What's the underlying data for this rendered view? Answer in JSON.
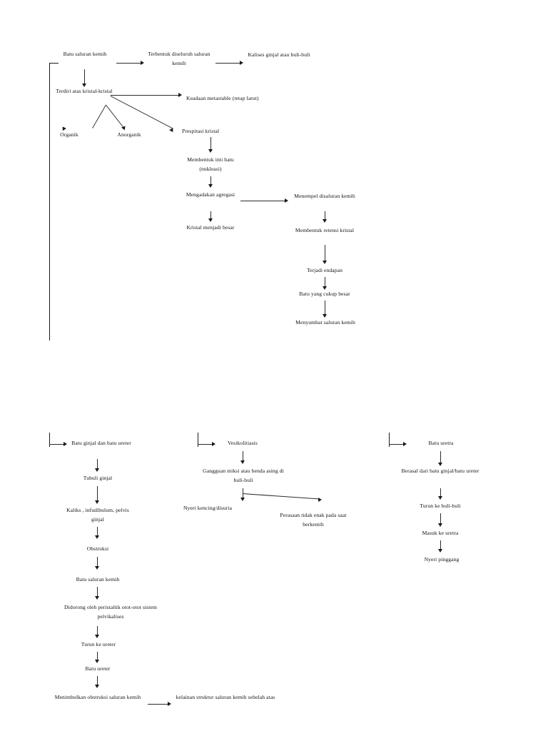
{
  "document": {
    "title": "Patofisiologi Batu Saluran Kemih",
    "background_color": "#ffffff",
    "line_color": "#1a1a1a",
    "text_color": "#111111"
  },
  "top_section": {
    "nodes": {
      "batu_saluran_kemih": "Batu saluran kemih",
      "terbentuk_diseluruh": "Terbentuk diseluruh saluran kemih",
      "kalises_ginjal": "Kalises ginjal atau buli-buli",
      "terdiri_atas_kristal": "Terdiri atas kristal-kristal",
      "organik": "Organik",
      "anorganik": "Anorganik",
      "keadaan_metastable": "Keadaan metastable (tetap larut)",
      "prespitasi_kristal": "Prespitasi kristal",
      "membentuk_inti_batu": "Membentuk inti batu (nukleasi)",
      "mengadakan_agregasi": "Mengadakan agregasi",
      "kristal_menjadi_besar": "Kristal menjadi besar",
      "menempel_disaluran": "Menempel disaluran kemih",
      "membentuk_retensi": "Membentuk retensi kristal",
      "terjadi_endapan": "Terjadi endapan",
      "batu_cukup_besar": "Batu yang cukup besar",
      "menyumbat_saluran": "Menyumbat saluran kemih"
    }
  },
  "bottom_left_branch": {
    "nodes": {
      "batu_ginjal_ureter": "Batu ginjal dan batu ureter",
      "tubuli_ginjal": "Tubuli ginjal",
      "kaliks_infudibulum": "Kaliks , infudibulum, pelvis ginjal",
      "obstruksi": "Obstruksi",
      "batu_saluran_kemih": "Batu saluran kemih",
      "didorong_peristaltik": "Didorong oleh peristaltik otot-otot sistem pelvikalises",
      "turun_ke_ureter": "Turun ke ureter",
      "batu_ureter": "Batu ureter",
      "menimbulkan_obstruksi": "Menimbulkan obstruksi saluran kemih",
      "kelainan_struktur": "kelainan struktur saluran kemih sebelah atas"
    }
  },
  "bottom_middle_branch": {
    "nodes": {
      "vesikolitiasis": "Vesikolitiasis",
      "gangguan_miksi": "Gangguan miksi atau benda asing di buli-buli",
      "nyeri_kencing": "Nyeri kencing/disuria",
      "perasaan_tidak_enak": "Perasaan tidak enak pada saat berkemih"
    }
  },
  "bottom_right_branch": {
    "nodes": {
      "batu_uretra": "Batu uretra",
      "berasal_dari_batu": "Berasal dari batu ginjal/batu ureter",
      "turun_ke_buli": "Turun ke buli-buli",
      "masuk_ke_uretra": "Masuk ke uretra",
      "nyeri_pinggang": "Nyeri pinggang"
    }
  }
}
